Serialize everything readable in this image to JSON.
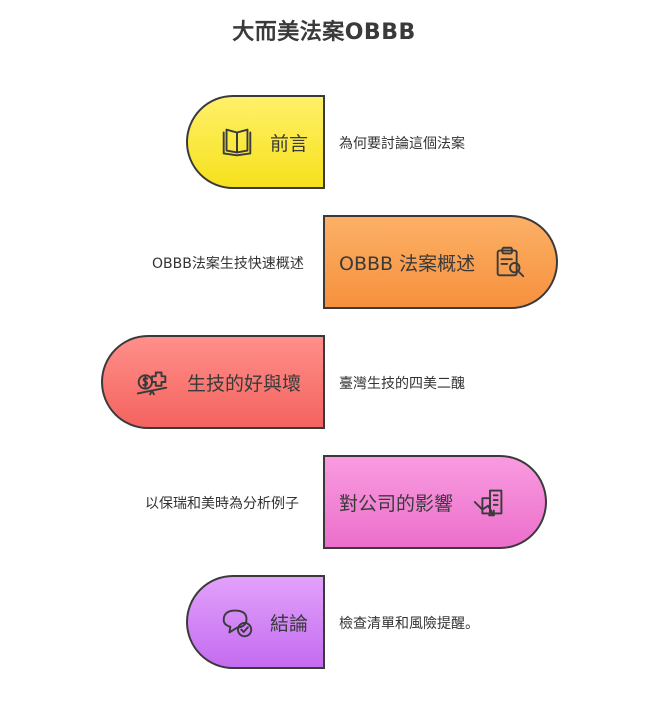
{
  "title": "大而美法案OBBB",
  "steps": [
    {
      "label": "前言",
      "caption": "為何要討論這個法案",
      "icon": "book-icon",
      "color_top": "#fff06a",
      "color_bottom": "#f6e11c"
    },
    {
      "label": "OBBB 法案概述",
      "caption": "OBBB法案生技快速概述",
      "icon": "clipboard-search-icon",
      "color_top": "#fcb066",
      "color_bottom": "#f6913d"
    },
    {
      "label": "生技的好與壞",
      "caption": "臺灣生技的四美二醜",
      "icon": "money-balance-icon",
      "color_top": "#ff8f8a",
      "color_bottom": "#f4635f"
    },
    {
      "label": "對公司的影響",
      "caption": "以保瑞和美時為分析例子",
      "icon": "building-decline-icon",
      "color_top": "#f99be0",
      "color_bottom": "#ec6fcb"
    },
    {
      "label": "結論",
      "caption": "檢查清單和風險提醒。",
      "icon": "chat-check-icon",
      "color_top": "#e2a1fb",
      "color_bottom": "#c46cf0"
    }
  ]
}
